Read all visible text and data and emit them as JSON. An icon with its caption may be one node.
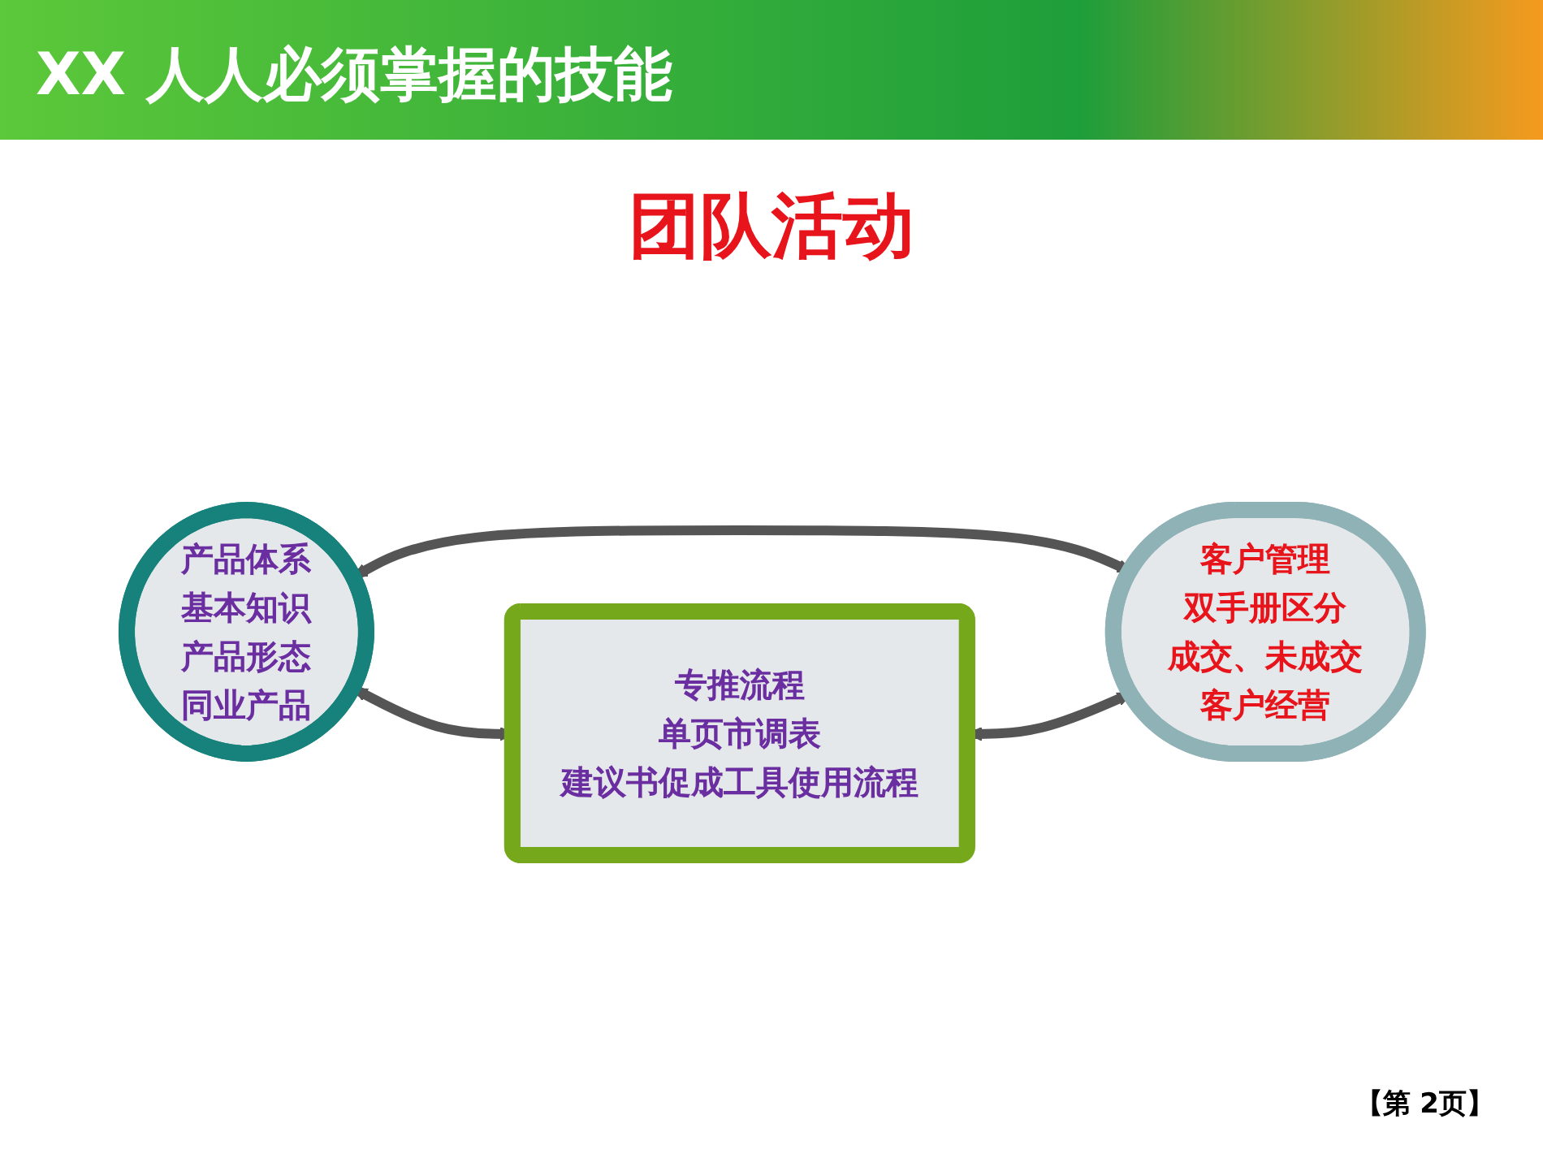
{
  "diagram": {
    "title": "XX 人人必须掌握的技能",
    "nodes": [
      {
        "text": [
          "产品体系",
          "基本知识",
          "产品形态",
          "同业产品"
        ]
      },
      {
        "text": [
          "专推流程",
          "单页市调表",
          "建议书促成工具使用流程"
        ]
      },
      {
        "text": [
          "客户管理",
          "双手册区分",
          "成交、未成交",
          "客户经营"
        ]
      }
    ],
    "edges": [
      {
        "from": 0,
        "to": 1,
        "arrow": "both"
      },
      {
        "from": 0,
        "to": 2,
        "arrow": "both"
      },
      {
        "from": 1,
        "to": 2,
        "arrow": "both"
      }
    ],
    "labels": [
      "团队活动",
      "【第 2页】"
    ]
  }
}
